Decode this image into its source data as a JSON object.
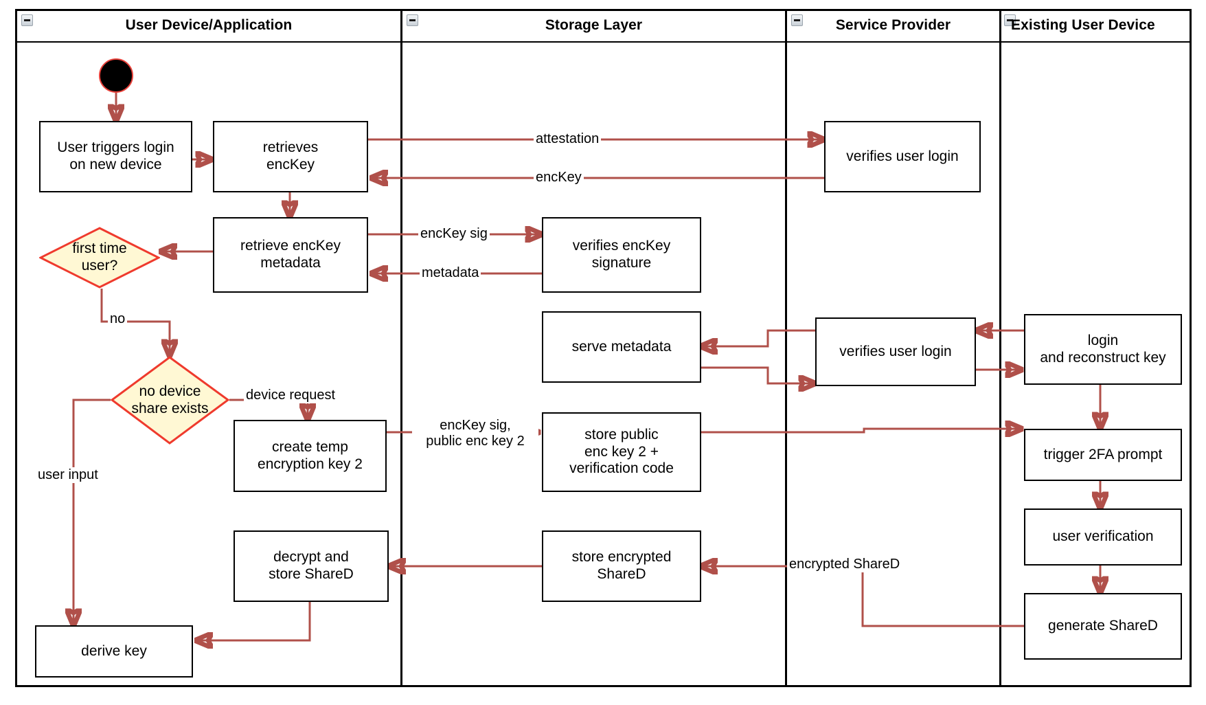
{
  "diagram": {
    "type": "uml-activity-swimlane",
    "colors": {
      "edge": "#b0504a",
      "decision_fill": "#fff8d4",
      "decision_border": "#ef3a2d",
      "node_border": "#000000",
      "start_node_border": "#e8413a",
      "lane_border": "#000000"
    },
    "lanes": [
      {
        "id": "user-device",
        "title": "User Device/Application",
        "collapse_icon": "collapse-minus-icon"
      },
      {
        "id": "storage-layer",
        "title": "Storage Layer",
        "collapse_icon": "collapse-minus-icon"
      },
      {
        "id": "service-provider",
        "title": "Service Provider",
        "collapse_icon": "collapse-minus-icon"
      },
      {
        "id": "existing-user-device",
        "title": "Existing User Device",
        "collapse_icon": "collapse-minus-icon"
      }
    ],
    "nodes": [
      {
        "id": "start",
        "kind": "initial",
        "lane": "user-device",
        "label": ""
      },
      {
        "id": "user-triggers-login",
        "kind": "action",
        "lane": "user-device",
        "label": "User triggers login\non new device"
      },
      {
        "id": "retrieves-enckey",
        "kind": "action",
        "lane": "user-device",
        "label": "retrieves\nencKey"
      },
      {
        "id": "retrieve-enckey-metadata",
        "kind": "action",
        "lane": "user-device",
        "label": "retrieve encKey\nmetadata"
      },
      {
        "id": "first-time-user",
        "kind": "decision",
        "lane": "user-device",
        "label": "first time\nuser?"
      },
      {
        "id": "no-device-share-exists",
        "kind": "decision",
        "lane": "user-device",
        "label": "no device\nshare exists"
      },
      {
        "id": "create-temp-encryption-key-2",
        "kind": "action",
        "lane": "user-device",
        "label": "create temp\nencryption key 2"
      },
      {
        "id": "decrypt-and-store-shared",
        "kind": "action",
        "lane": "user-device",
        "label": "decrypt and\nstore ShareD"
      },
      {
        "id": "derive-key",
        "kind": "action",
        "lane": "user-device",
        "label": "derive key"
      },
      {
        "id": "verifies-enckey-signature",
        "kind": "action",
        "lane": "storage-layer",
        "label": "verifies encKey\nsignature"
      },
      {
        "id": "serve-metadata",
        "kind": "action",
        "lane": "storage-layer",
        "label": "serve metadata"
      },
      {
        "id": "store-public-enc-key-2",
        "kind": "action",
        "lane": "storage-layer",
        "label": "store public\nenc key 2 +\nverification code"
      },
      {
        "id": "store-encrypted-shared",
        "kind": "action",
        "lane": "storage-layer",
        "label": "store encrypted\nShareD"
      },
      {
        "id": "verifies-user-login-top",
        "kind": "action",
        "lane": "service-provider",
        "label": "verifies user login"
      },
      {
        "id": "verifies-user-login-mid",
        "kind": "action",
        "lane": "service-provider",
        "label": "verifies user login"
      },
      {
        "id": "login-and-reconstruct-key",
        "kind": "action",
        "lane": "existing-user-device",
        "label": "login\nand reconstruct key"
      },
      {
        "id": "trigger-2fa-prompt",
        "kind": "action",
        "lane": "existing-user-device",
        "label": "trigger 2FA prompt"
      },
      {
        "id": "user-verification",
        "kind": "action",
        "lane": "existing-user-device",
        "label": "user verification"
      },
      {
        "id": "generate-shared",
        "kind": "action",
        "lane": "existing-user-device",
        "label": "generate ShareD"
      }
    ],
    "edge_labels": [
      {
        "id": "attestation",
        "text": "attestation",
        "from": "retrieves-enckey",
        "to": "verifies-user-login-top"
      },
      {
        "id": "enckey",
        "text": "encKey",
        "from": "verifies-user-login-top",
        "to": "retrieves-enckey"
      },
      {
        "id": "enckey-sig",
        "text": "encKey sig",
        "from": "retrieve-enckey-metadata",
        "to": "verifies-enckey-signature"
      },
      {
        "id": "metadata",
        "text": "metadata",
        "from": "verifies-enckey-signature",
        "to": "retrieve-enckey-metadata"
      },
      {
        "id": "no",
        "text": "no",
        "from": "first-time-user",
        "to": "no-device-share-exists"
      },
      {
        "id": "device-request",
        "text": "device request",
        "from": "no-device-share-exists",
        "to": "create-temp-encryption-key-2"
      },
      {
        "id": "user-input",
        "text": "user input",
        "from": "no-device-share-exists",
        "to": "derive-key"
      },
      {
        "id": "enckey-sig-public-enc-key-2",
        "text": "encKey sig,\npublic enc key 2",
        "from": "create-temp-encryption-key-2",
        "to": "store-public-enc-key-2"
      },
      {
        "id": "encrypted-shared",
        "text": "encrypted ShareD",
        "from": "generate-shared",
        "to": "store-encrypted-shared"
      }
    ]
  }
}
